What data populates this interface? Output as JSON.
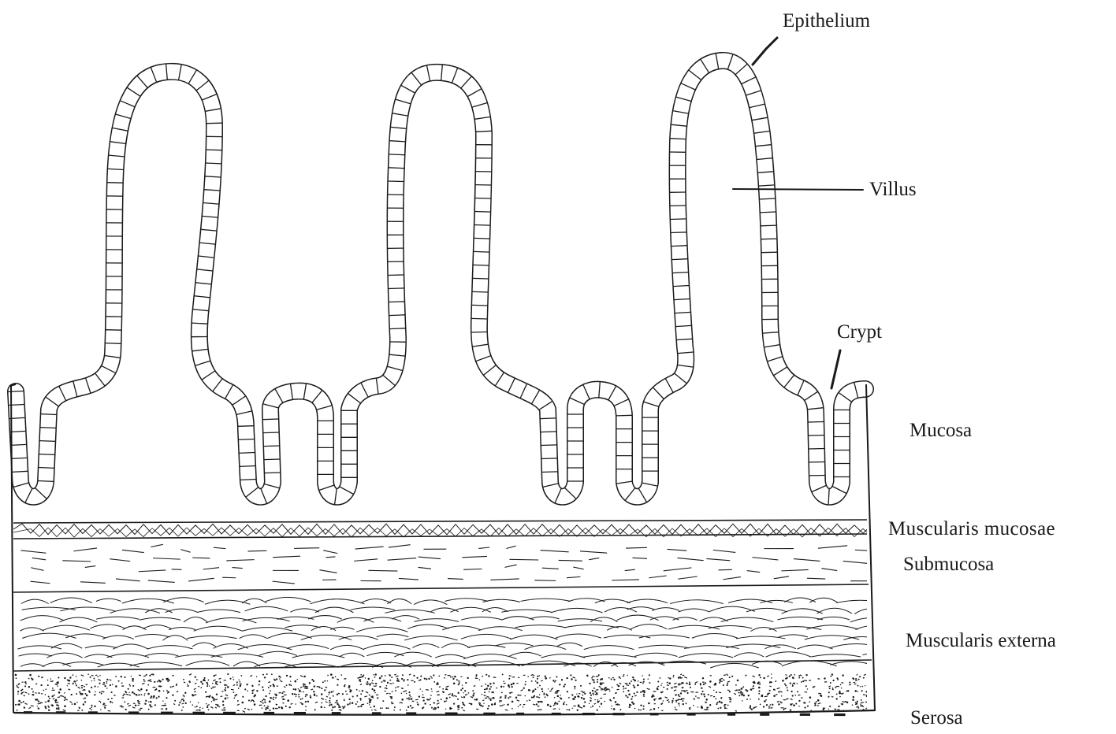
{
  "diagram": {
    "labels": {
      "epithelium": "Epithelium",
      "villus": "Villus",
      "crypt": "Crypt",
      "mucosa": "Mucosa",
      "muscularis_mucosae": "Muscularis  mucosae",
      "submucosa": "Submucosa",
      "muscularis_externa": "Muscularis externa",
      "serosa": "Serosa"
    },
    "colors": {
      "ink": "#1a1a1a",
      "background": "#ffffff"
    }
  }
}
